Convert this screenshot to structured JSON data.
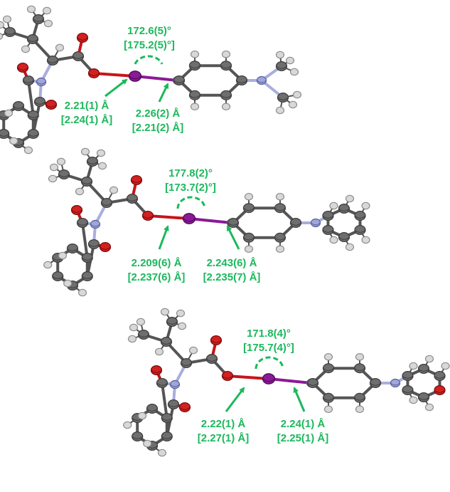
{
  "colors": {
    "annotation": "#1cb85c",
    "carbon": "#6e6e6e",
    "hydrogen": "#d8d8d8",
    "oxygen": "#d42020",
    "nitrogen": "#9ea6dc",
    "iodine": "#8a1a96",
    "bond_ox": "#c8141a",
    "bond_n": "#a9aede",
    "bond_i": "#8a1a96"
  },
  "structures": [
    {
      "angle": "172.6(5)°",
      "angle_alt": "[175.2(5)°]",
      "io_bond": "2.21(1) Å",
      "io_bond_alt": "[2.24(1) Å]",
      "in_bond": "2.26(2) Å",
      "in_bond_alt": "[2.21(2) Å]"
    },
    {
      "angle": "177.8(2)°",
      "angle_alt": "[173.7(2)°]",
      "io_bond": "2.209(6) Å",
      "io_bond_alt": "[2.237(6) Å]",
      "in_bond": "2.243(6) Å",
      "in_bond_alt": "[2.235(7) Å]"
    },
    {
      "angle": "171.8(4)°",
      "angle_alt": "[175.7(4)°]",
      "io_bond": "2.22(1) Å",
      "io_bond_alt": "[2.27(1) Å]",
      "in_bond": "2.24(1) Å",
      "in_bond_alt": "[2.25(1) Å]"
    }
  ]
}
